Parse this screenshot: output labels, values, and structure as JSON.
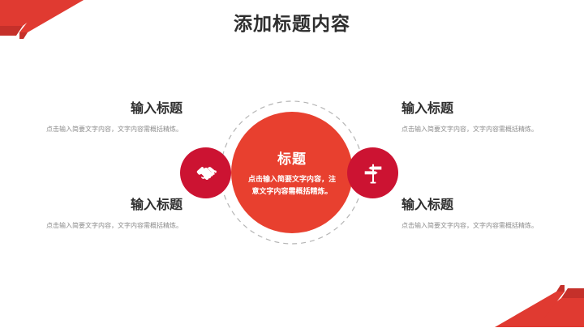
{
  "slide": {
    "title": "添加标题内容",
    "background_color": "#ffffff",
    "title_color": "#2e2e2e"
  },
  "colors": {
    "center_circle": "#e8402f",
    "icon_circle": "#cc1332",
    "corner_decoration": "#e03a31",
    "corner_decoration_dark": "#c5302a",
    "body_text": "#8d8d8d",
    "dashed_ring": "#b5b5b5"
  },
  "center": {
    "title": "标题",
    "body": "点击输入简要文字内容，注意文字内容需概括精炼。"
  },
  "icons": {
    "left": "handshake-icon",
    "right": "signpost-icon"
  },
  "blocks": [
    {
      "id": "top-left",
      "title": "输入标题",
      "body": "点击输入简要文字内容，文字内容需概括精炼。",
      "align": "right"
    },
    {
      "id": "bottom-left",
      "title": "输入标题",
      "body": "点击输入简要文字内容，文字内容需概括精炼。",
      "align": "right"
    },
    {
      "id": "top-right",
      "title": "输入标题",
      "body": "点击输入简要文字内容，文字内容需概括精炼。",
      "align": "left"
    },
    {
      "id": "bottom-right",
      "title": "输入标题",
      "body": "点击输入简要文字内容，文字内容需概括精炼。",
      "align": "left"
    }
  ]
}
